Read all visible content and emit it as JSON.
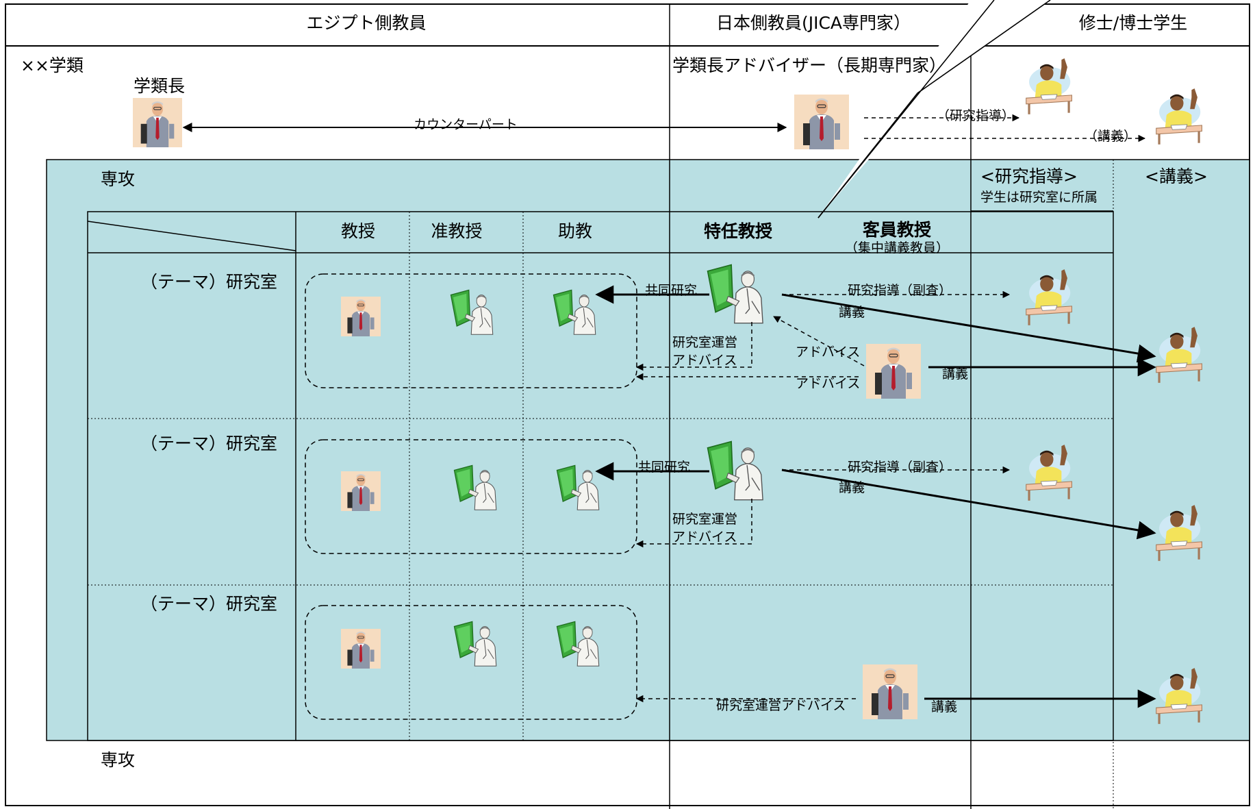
{
  "colors": {
    "major_bg": "#b9dfe3",
    "line": "#000000",
    "skin": "#f2c9a0",
    "green": "#3aa83a"
  },
  "header": {
    "egypt": "エジプト側教員",
    "japan": "日本側教員(JICA専門家）",
    "students": "修士/博士学生"
  },
  "faculty": {
    "label": "××学類",
    "dean": "学類長",
    "advisor": "学類長アドバイザー（長期専門家）",
    "counterpart": "カウンターパート",
    "advisor_research": "（研究指導）",
    "advisor_lecture": "（講義）"
  },
  "major": {
    "label": "専攻",
    "research_col": "<研究指導>",
    "research_note": "学生は研究室に所属",
    "lecture_col": "<講義>",
    "columns": {
      "prof": "教授",
      "assoc": "准教授",
      "assist": "助教",
      "special": "特任教授",
      "guest": "客員教授",
      "guest_note": "（集中講義教員）"
    },
    "lab_label": "（テーマ）研究室",
    "edges": {
      "joint": "共同研究",
      "lab_advice": "研究室運営",
      "advice": "アドバイス",
      "supervision": "研究指導（副査）",
      "lecture": "講義",
      "lab_advice_full": "研究室運営アドバイス"
    }
  },
  "major2": {
    "label": "専攻"
  },
  "icons": [
    "teacher-icon",
    "lecturer-green-board-icon",
    "student-raising-hand-icon"
  ]
}
